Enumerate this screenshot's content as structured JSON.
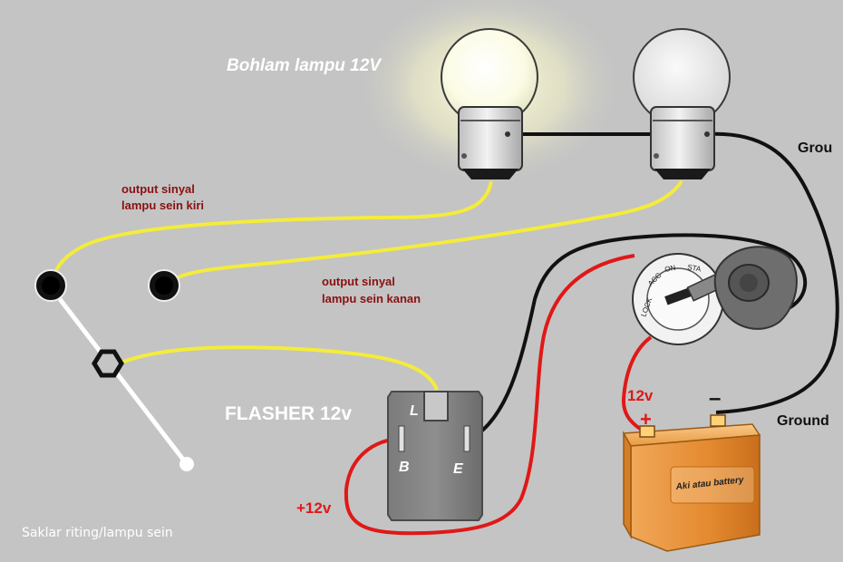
{
  "labels": {
    "bulb_title": "Bohlam lampu 12V",
    "left_signal_line1": "output sinyal",
    "left_signal_line2": "lampu sein kiri",
    "right_signal_line1": "output sinyal",
    "right_signal_line2": "lampu sein kanan",
    "ground_top": "Grou",
    "ground_bottom": "Ground",
    "flasher": "FLASHER 12v",
    "pin_l": "L",
    "pin_b": "B",
    "pin_e": "E",
    "plus12v": "+12v",
    "battery_12v": "12v",
    "battery_plus": "+",
    "battery_minus": "–",
    "battery_name": "Aki atau battery",
    "switch_caption": "Saklar riting/lampu sein",
    "key_positions": [
      "LOCK",
      "ACC",
      "ON",
      "STA"
    ]
  },
  "colors": {
    "background": "#c4c4c4",
    "signal_wire": "#f4ec3a",
    "power_wire": "#e01818",
    "ground_wire": "#111111",
    "battery_body": "#e99a40"
  }
}
